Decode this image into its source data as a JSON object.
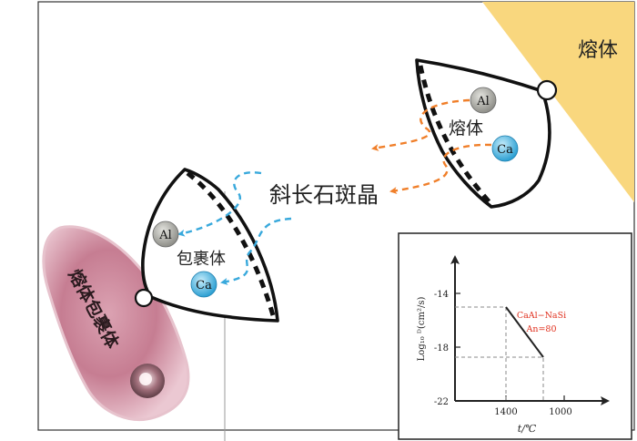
{
  "labels": {
    "melt_corner": "熔体",
    "melt_inside": "熔体",
    "plagioclase": "斜长石斑晶",
    "inclusion": "包裹体",
    "melt_inclusion_photo": "熔体包裹体"
  },
  "ions": {
    "al": "Al",
    "ca": "Ca"
  },
  "inset": {
    "y_axis_label": "Log₁₀ ᴰ(cm²/s)",
    "x_axis_label": "t/℃",
    "y_ticks": [
      "-14",
      "-18",
      "-22"
    ],
    "x_ticks": [
      "1400",
      "1000"
    ],
    "annotation_line1": "CaAl−NaSi",
    "annotation_line2": "An=80"
  },
  "colors": {
    "melt_zone": "#f9d77e",
    "arrow_orange": "#f07f2a",
    "arrow_blue": "#39a9dc",
    "al_ion": "#9c9c96",
    "ca_ion": "#37b0df",
    "annotation_red": "#e0301e",
    "inclusion_photo": "#c97d93"
  }
}
